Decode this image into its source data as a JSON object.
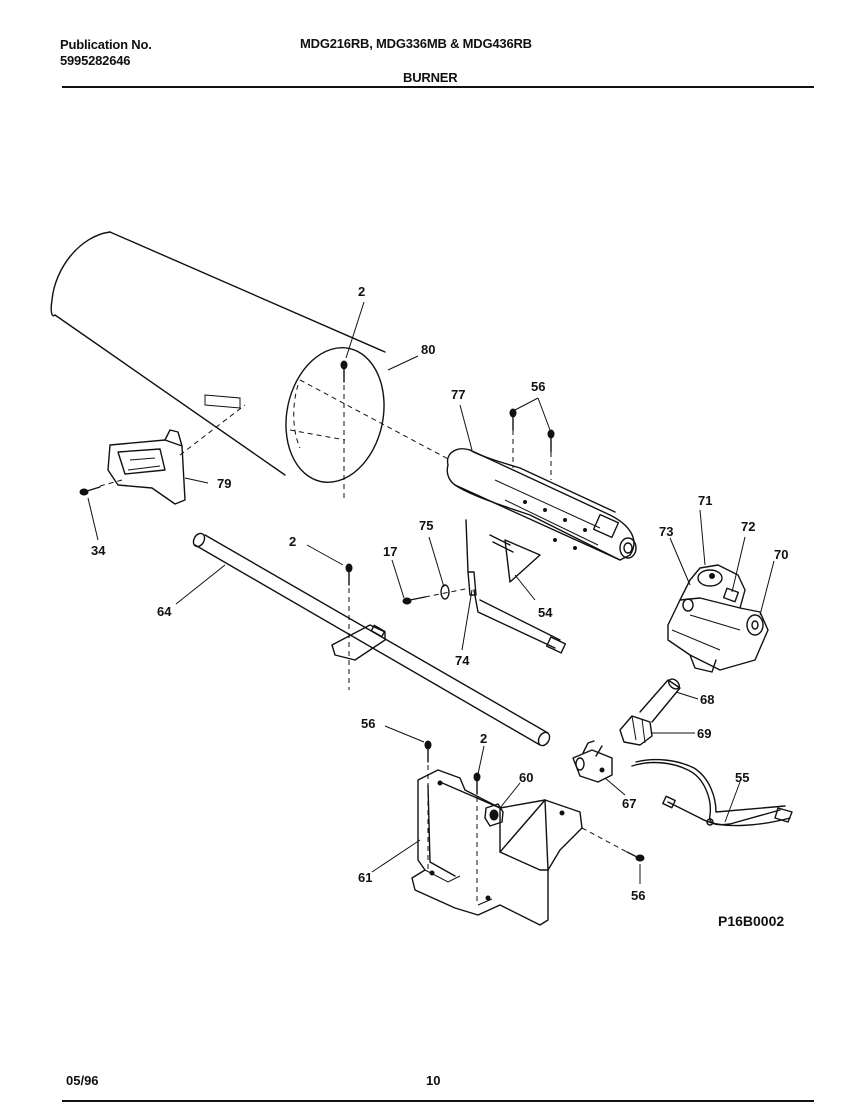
{
  "header": {
    "publication_label": "Publication No.",
    "publication_number": "5995282646",
    "models": "MDG216RB, MDG336MB & MDG436RB",
    "section_title": "BURNER"
  },
  "footer": {
    "date": "05/96",
    "page": "10"
  },
  "figure_code": "P16B0002",
  "callouts": {
    "c80": "80",
    "c2a": "2",
    "c77": "77",
    "c56a": "56",
    "c79": "79",
    "c34": "34",
    "c2b": "2",
    "c17": "17",
    "c75": "75",
    "c64": "64",
    "c54": "54",
    "c74": "74",
    "c71": "71",
    "c73": "73",
    "c72": "72",
    "c70": "70",
    "c68": "68",
    "c69": "69",
    "c56b": "56",
    "c2c": "2",
    "c60": "60",
    "c67": "67",
    "c55": "55",
    "c61": "61",
    "c56c": "56"
  }
}
